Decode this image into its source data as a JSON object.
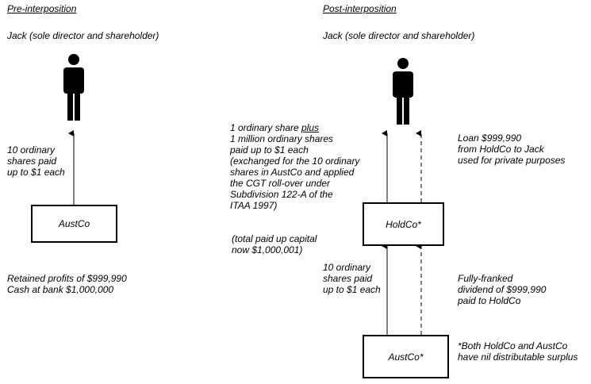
{
  "left": {
    "heading": "Pre-interposition",
    "person_label": "Jack (sole director and shareholder)",
    "shares_lines": [
      "10 ordinary",
      "shares paid",
      "up to $1 each"
    ],
    "company": "AustCo",
    "note_lines": [
      "Retained profits of $999,990",
      "Cash at bank $1,000,000"
    ]
  },
  "right": {
    "heading": "Post-interposition",
    "person_label": "Jack (sole director and shareholder)",
    "holdco_shares_first_line": "1 ordinary share ",
    "holdco_shares_first_emph": "plus",
    "holdco_shares_lines": [
      "1 million ordinary shares",
      "paid up to $1 each",
      "(exchanged for the 10 ordinary",
      "shares in AustCo and applied",
      "the CGT roll-over under",
      "Subdivision 122-A of the",
      "ITAA 1997)"
    ],
    "capital_lines": [
      "(total paid up capital",
      "now $1,000,001)"
    ],
    "loan_lines": [
      "Loan $999,990",
      "from HoldCo to Jack",
      "used for private purposes"
    ],
    "holdco": "HoldCo*",
    "austco_shares_lines": [
      "10 ordinary",
      "shares paid",
      "up to $1 each"
    ],
    "dividend_lines": [
      "Fully-franked",
      "dividend of $999,990",
      "paid to HoldCo"
    ],
    "austco": "AustCo*",
    "footnote_lines": [
      "*Both HoldCo and AustCo",
      "have nil distributable surplus"
    ]
  }
}
